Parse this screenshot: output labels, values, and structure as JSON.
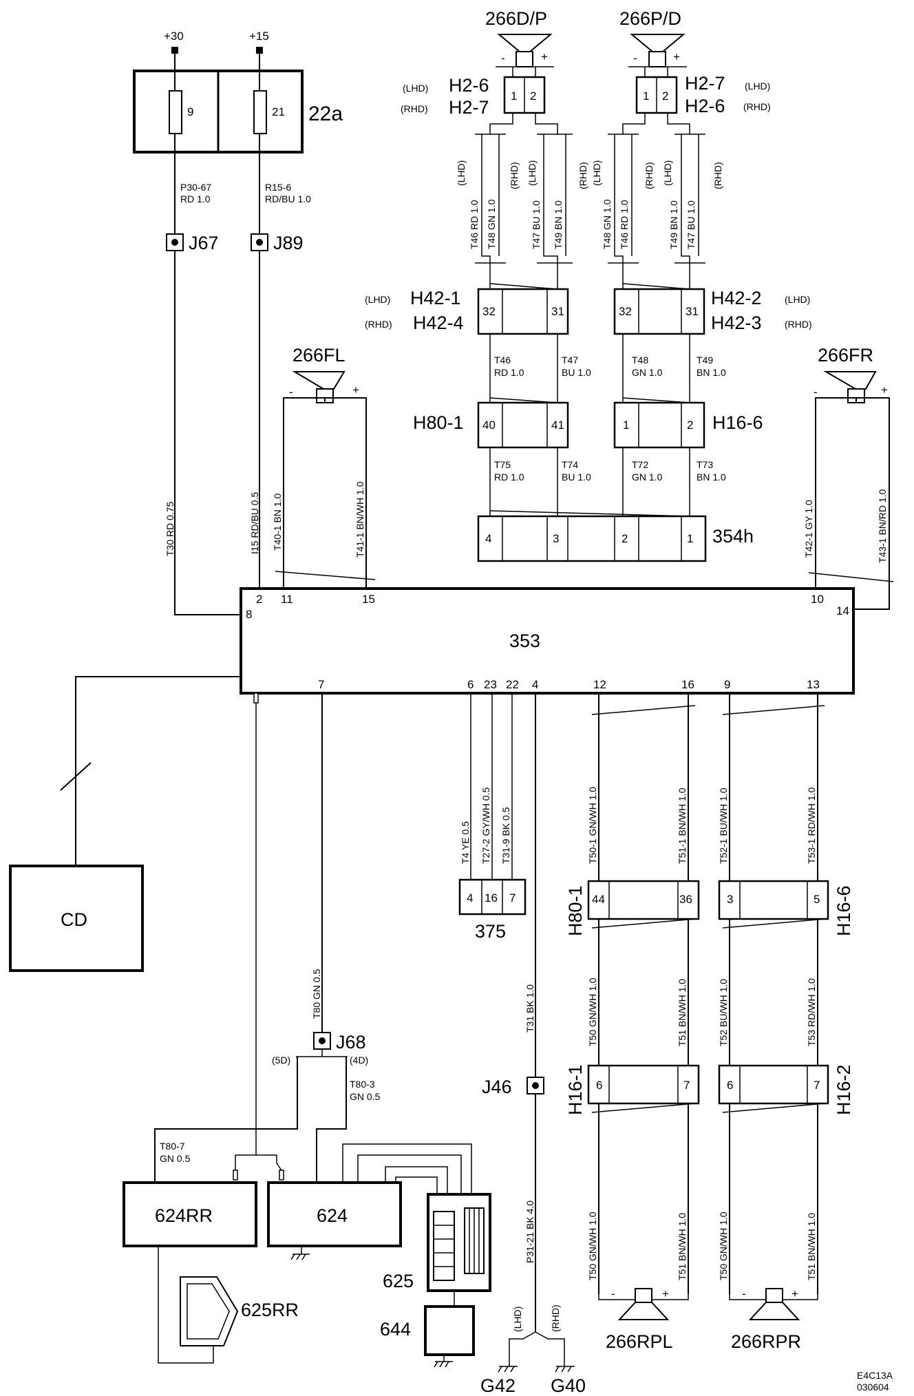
{
  "power": {
    "p30": "+30",
    "p15": "+15"
  },
  "fusebox": {
    "label": "22a",
    "fuse_a": "9",
    "fuse_b": "21"
  },
  "wires_top": {
    "w1_name": "P30-67",
    "w1_spec": "RD 1.0",
    "w2_name": "R15-6",
    "w2_spec": "RD/BU 1.0"
  },
  "junctions": {
    "j67": "J67",
    "j89": "J89",
    "j68": "J68",
    "j46": "J46"
  },
  "speakers": {
    "top_left": "266D/P",
    "top_right": "266P/D",
    "front_left": "266FL",
    "front_right": "266FR",
    "rear_left": "266RPL",
    "rear_right": "266RPR",
    "minus": "-",
    "plus": "+"
  },
  "connectors": {
    "h2a_l": "H2-6",
    "h2a_r": "H2-7",
    "h2b_l": "H2-7",
    "h2b_r": "H2-6",
    "lhd": "(LHD)",
    "rhd": "(RHD)",
    "h42a_l": "H42-1",
    "h42a_r": "H42-4",
    "h42b_l": "H42-2",
    "h42b_r": "H42-3",
    "h80_1": "H80-1",
    "h16_6": "H16-6",
    "c354h": "354h",
    "h80_1b": "H80-1",
    "h16_6b": "H16-6",
    "h16_1": "H16-1",
    "h16_2": "H16-2",
    "c375": "375",
    "d5": "(5D)",
    "d4": "(4D)"
  },
  "pins": {
    "h2a_1": "1",
    "h2a_2": "2",
    "h2b_1": "1",
    "h2b_2": "2",
    "h42a_32": "32",
    "h42a_31": "31",
    "h42b_32": "32",
    "h42b_31": "31",
    "h80_40": "40",
    "h80_41": "41",
    "h16_1": "1",
    "h16_2": "2",
    "c354_4": "4",
    "c354_3": "3",
    "c354_2": "2",
    "c354_1": "1",
    "c375_4": "4",
    "c375_16": "16",
    "c375_7": "7",
    "h80b_44": "44",
    "h80b_36": "36",
    "h16b_3": "3",
    "h16b_5": "5",
    "h161_6": "6",
    "h161_7": "7",
    "h162_6": "6",
    "h162_7": "7"
  },
  "unit353": {
    "label": "353",
    "pin8": "8",
    "pin2": "2",
    "pin11": "11",
    "pin15": "15",
    "pin10": "10",
    "pin14": "14",
    "pin7": "7",
    "pin6": "6",
    "pin23": "23",
    "pin22": "22",
    "pin4": "4",
    "pin12": "12",
    "pin16": "16",
    "pin9": "9",
    "pin13": "13"
  },
  "wire_labels": {
    "t46_rd": "T46  RD  1.0",
    "t48_gn": "T48  GN  1.0",
    "t47_bu": "T47  BU  1.0",
    "t49_bn": "T49  BN  1.0",
    "t48_gn_b": "T48  GN  1.0",
    "t46_rd_b": "T46  RD  1.0",
    "t49_bn_b": "T49  BN  1.0",
    "t47_bu_b": "T47  BU  1.0",
    "m1a": "T46",
    "m1b": "RD 1.0",
    "m2a": "T47",
    "m2b": "BU 1.0",
    "m3a": "T48",
    "m3b": "GN 1.0",
    "m4a": "T49",
    "m4b": "BN 1.0",
    "m5a": "T75",
    "m5b": "RD 1.0",
    "m6a": "T74",
    "m6b": "BU 1.0",
    "m7a": "T72",
    "m7b": "GN 1.0",
    "m8a": "T73",
    "m8b": "BN 1.0",
    "t30": "T30   RD   0.75",
    "i15": "I15  RD/BU  0.5",
    "t40": "T40-1  BN   1.0",
    "t41": "T41-1  BN/WH  1.0",
    "t42": "T42-1  GY   1.0",
    "t43": "T43-1  BN/RD  1.0",
    "t80": "T80   GN   0.5",
    "t4": "T4   YE   0.5",
    "t27": "T27-2   GY/WH  0.5",
    "t31_9": "T31-9   BK   0.5",
    "t31": "T31   BK   1.0",
    "p31": "P31-21  BK   4.0",
    "t50_1": "T50-1  GN/WH  1.0",
    "t51_1": "T51-1  BN/WH  1.0",
    "t52_1": "T52-1  BU/WH  1.0",
    "t53_1": "T53-1  RD/WH  1.0",
    "t50": "T50   GN/WH  1.0",
    "t51": "T51   BN/WH  1.0",
    "t52": "T52   BU/WH  1.0",
    "t53": "T53   RD/WH  1.0",
    "t50_b": "T50   GN/WH  1.0",
    "t51_b": "T51   BN/WH  1.0",
    "t50_c": "T50   GN/WH  1.0",
    "t51_c": "T51   BN/WH  1.0",
    "t80_3a": "T80-3",
    "t80_3b": "GN 0.5",
    "t80_7a": "T80-7",
    "t80_7b": "GN 0.5"
  },
  "components": {
    "cd": "CD",
    "c624rr": "624RR",
    "c624": "624",
    "c625": "625",
    "c625rr": "625RR",
    "c644": "644",
    "g42": "G42",
    "g40": "G40"
  },
  "footer": {
    "code": "E4C13A",
    "date": "030604"
  }
}
